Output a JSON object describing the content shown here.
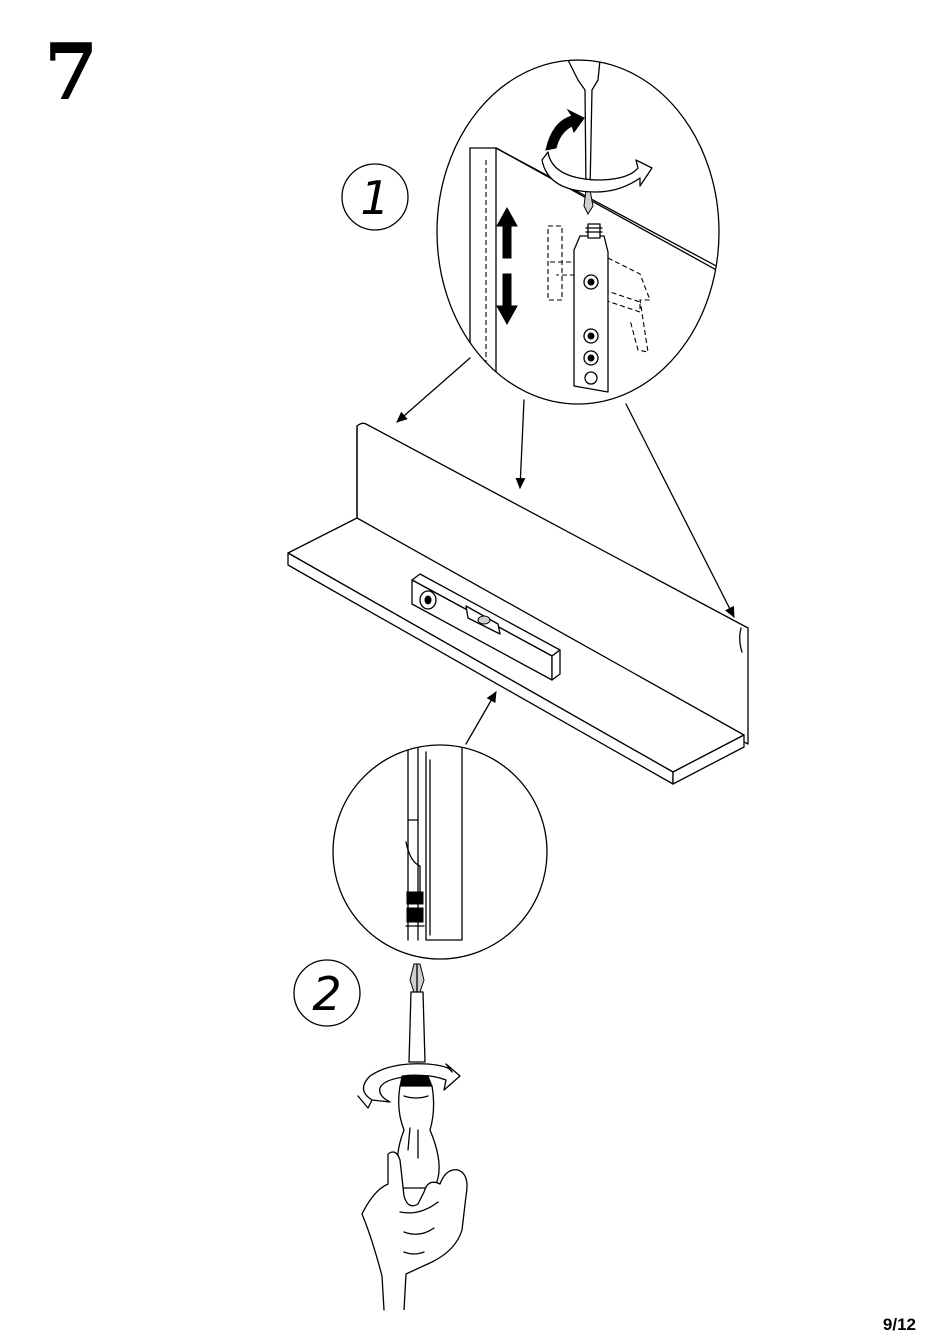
{
  "step": {
    "number": "7"
  },
  "substeps": [
    {
      "label": "1"
    },
    {
      "label": "2"
    }
  ],
  "page": {
    "number": "9/12"
  }
}
